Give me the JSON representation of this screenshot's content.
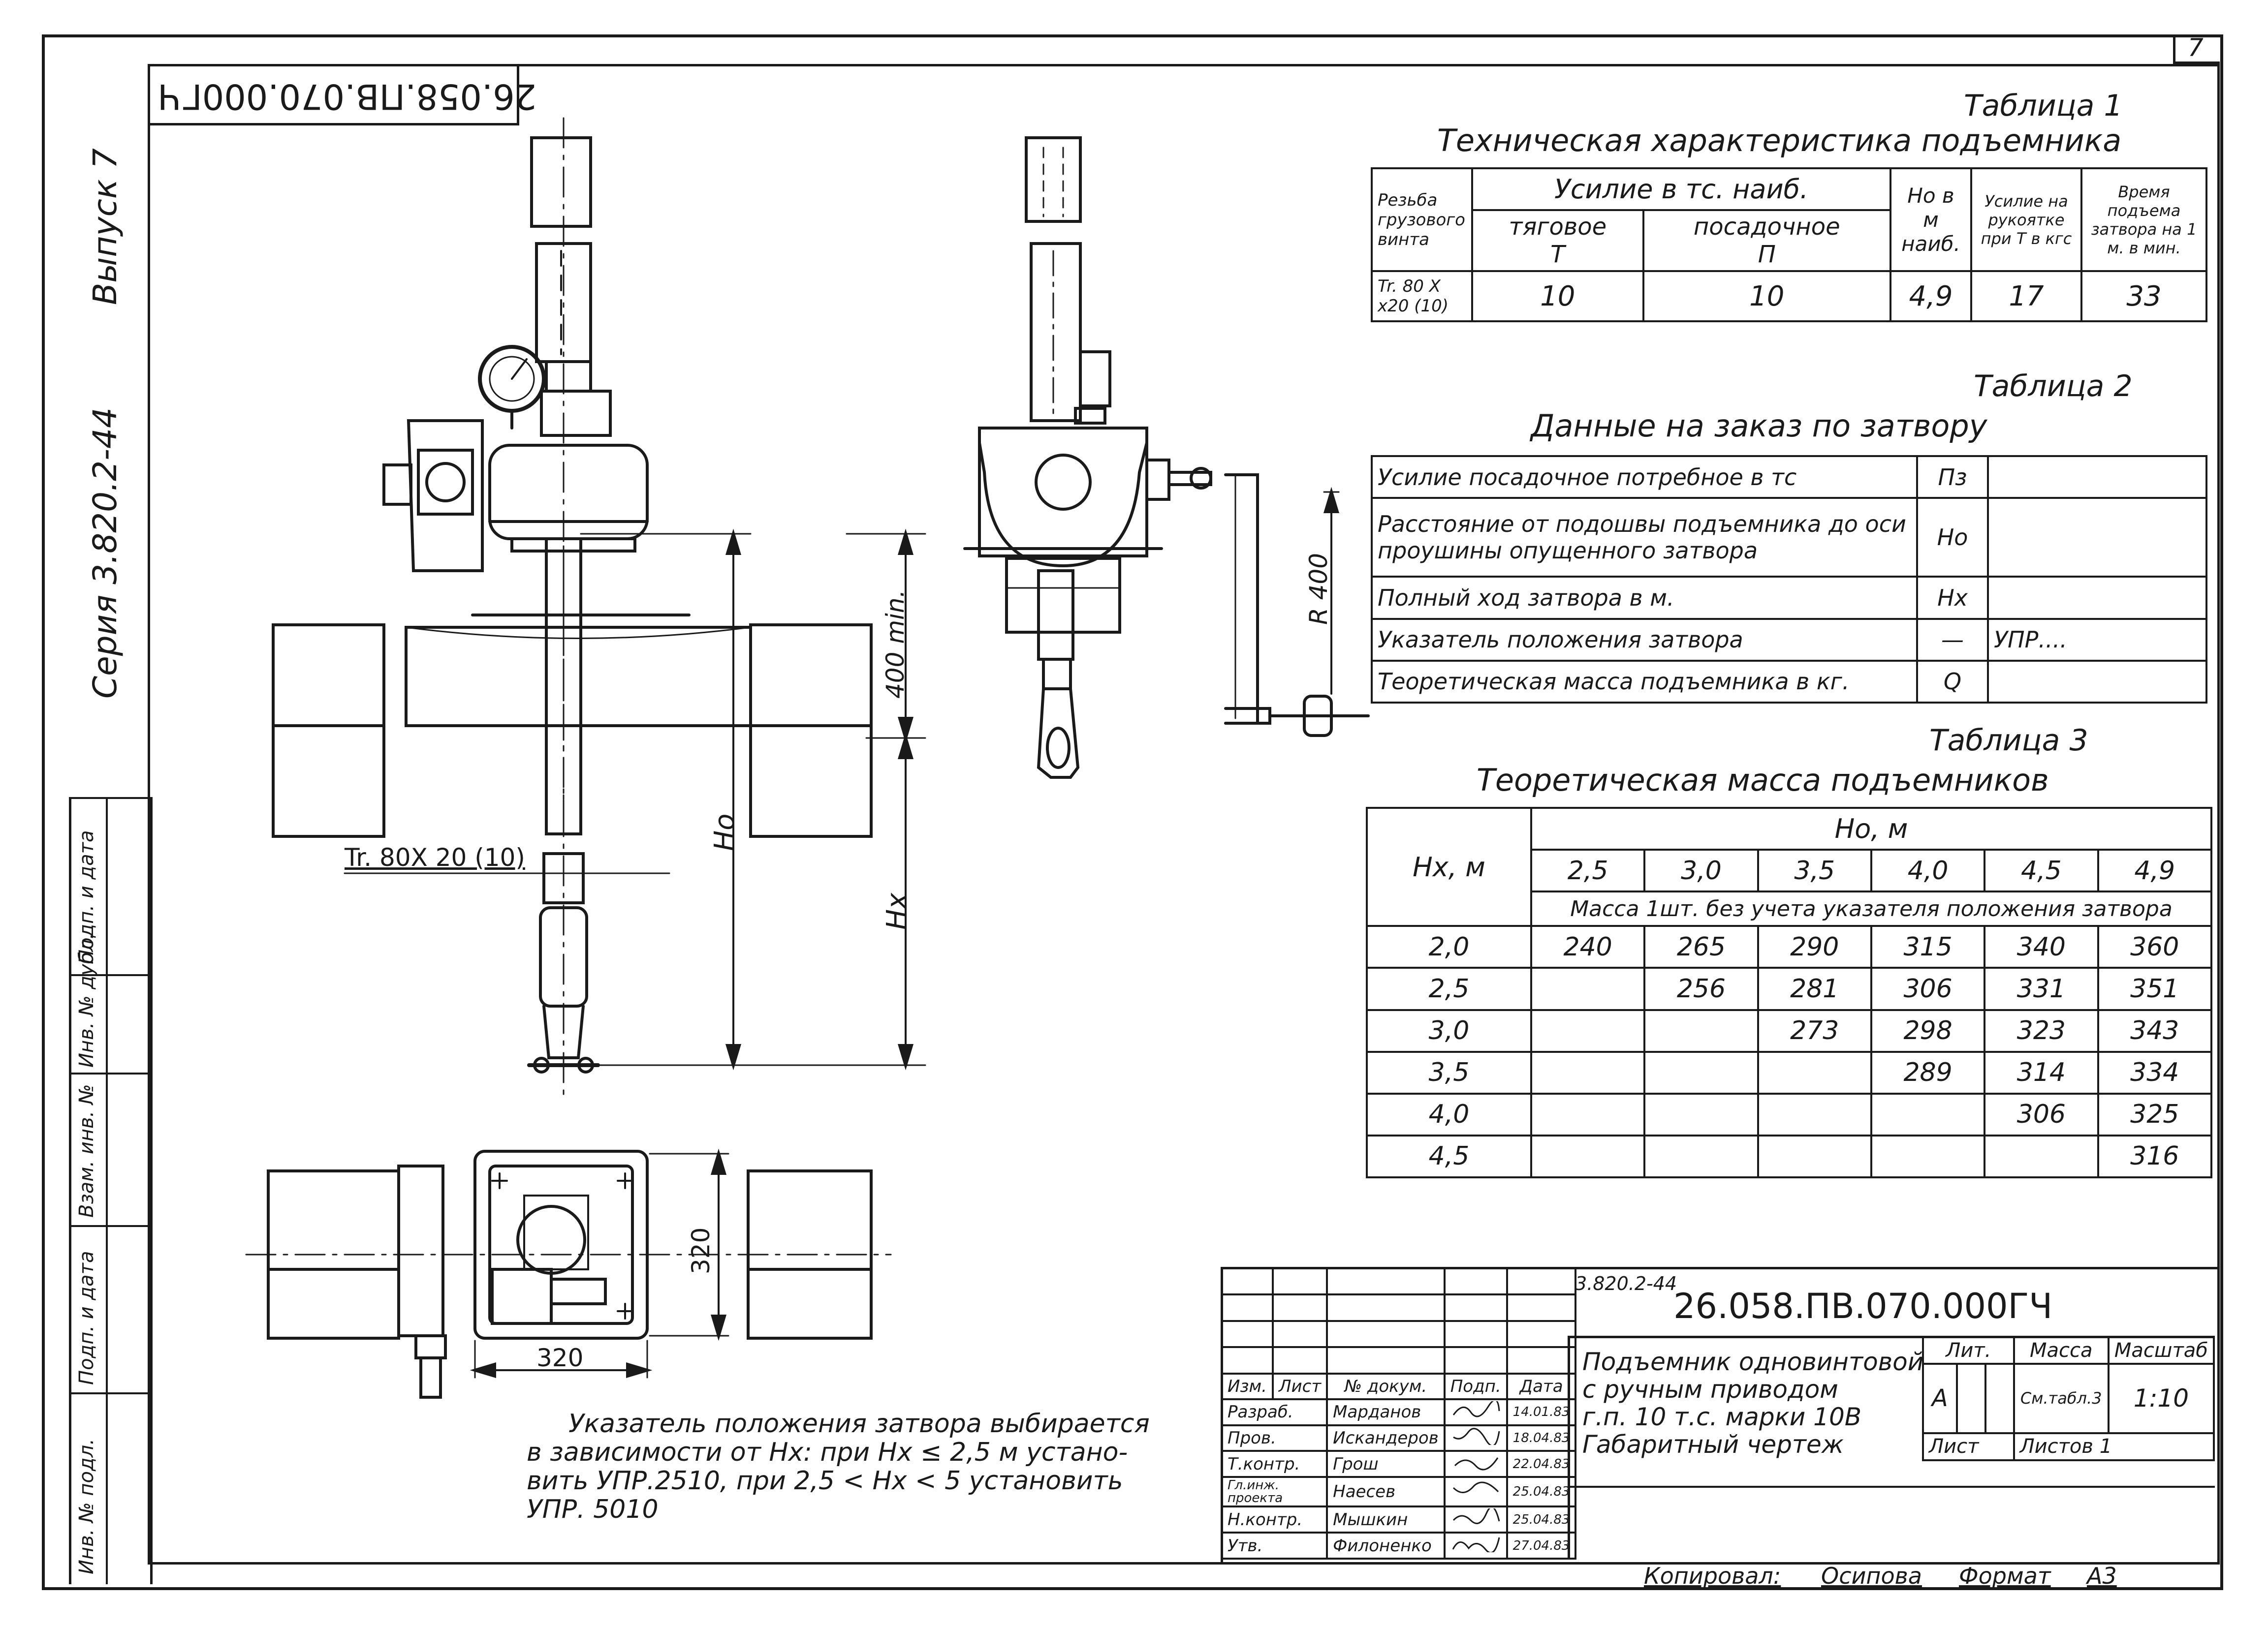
{
  "sheet": {
    "page_number": "7",
    "mirrored_code": "26.058.ПВ.070.000ГЧ"
  },
  "side_margin": {
    "issue": "Выпуск 7",
    "series": "Серия 3.820.2-44",
    "stamp_labels": [
      "Инв. № подл.",
      "Подп. и дата",
      "Взам. инв. №",
      "Инв. № дубл.",
      "Подп. и дата"
    ]
  },
  "table1": {
    "caption": "Таблица 1",
    "title": "Техническая характеристика подъемника",
    "headers": {
      "thread": "Резьба грузового винта",
      "force": "Усилие в тс. наиб.",
      "tractive": "тяговое",
      "tractive_sym": "Т",
      "seating": "посадочное",
      "seating_sym": "П",
      "ho": "Но в м наиб.",
      "handle": "Усилие на рукоятке при Т в кгс",
      "time": "Время подъема затвора на 1 м. в мин."
    },
    "row": [
      "Tr. 80 X x20 (10)",
      "10",
      "10",
      "4,9",
      "17",
      "33"
    ]
  },
  "table2": {
    "caption": "Таблица 2",
    "title": "Данные на заказ по затвору",
    "rows": [
      {
        "label": "Усилие посадочное потребное в тс",
        "sym": "Пз",
        "value": ""
      },
      {
        "label": "Расстояние от подошвы подъемника до оси проушины опущенного затвора",
        "sym": "Но",
        "value": ""
      },
      {
        "label": "Полный ход затвора в м.",
        "sym": "Нх",
        "value": ""
      },
      {
        "label": "Указатель положения затвора",
        "sym": "—",
        "value": "УПР...."
      },
      {
        "label": "Теоретическая масса подъемника в кг.",
        "sym": "Q",
        "value": ""
      }
    ]
  },
  "table3": {
    "caption": "Таблица 3",
    "title": "Теоретическая масса подъемников",
    "hx_header": "Нх, м",
    "ho_header": "Но, м",
    "ho_values": [
      "2,5",
      "3,0",
      "3,5",
      "4,0",
      "4,5",
      "4,9"
    ],
    "subheader": "Масса 1шт. без учета указателя положения затвора",
    "rows": [
      {
        "hx": "2,0",
        "values": [
          "240",
          "265",
          "290",
          "315",
          "340",
          "360"
        ]
      },
      {
        "hx": "2,5",
        "values": [
          "",
          "256",
          "281",
          "306",
          "331",
          "351"
        ]
      },
      {
        "hx": "3,0",
        "values": [
          "",
          "",
          "273",
          "298",
          "323",
          "343"
        ]
      },
      {
        "hx": "3,5",
        "values": [
          "",
          "",
          "",
          "289",
          "314",
          "334"
        ]
      },
      {
        "hx": "4,0",
        "values": [
          "",
          "",
          "",
          "",
          "306",
          "325"
        ]
      },
      {
        "hx": "4,5",
        "values": [
          "",
          "",
          "",
          "",
          "",
          "316"
        ]
      }
    ]
  },
  "drawing_labels": {
    "thread": "Tr. 80X 20 (10)",
    "ho": "Но",
    "hx": "Нх",
    "min400": "400 min.",
    "r400": "R 400",
    "dim320_v": "320",
    "dim320_h": "320"
  },
  "note": {
    "lines": [
      "Указатель положения затвора выбирается",
      "в зависимости от Нх: при Нх ≤ 2,5 м устано-",
      "вить УПР.2510, при 2,5 < Нх < 5 установить",
      "УПР. 5010"
    ]
  },
  "title_block": {
    "series_small": "3.820.2-44",
    "code": "26.058.ПВ.070.000ГЧ",
    "name_lines": [
      "Подъемник одновинтовой",
      "с ручным приводом",
      "г.п. 10 т.с. марки 10В",
      "Габаритный чертеж"
    ],
    "lit_label": "Лит.",
    "lit_value": "А",
    "mass_label": "Масса",
    "mass_value": "См.табл.3",
    "scale_label": "Масштаб",
    "scale_value": "1:10",
    "sheet_label": "Лист",
    "sheets_label": "Листов 1",
    "col_headers": [
      "Изм.",
      "Лист",
      "№ докум.",
      "Подп.",
      "Дата"
    ],
    "roles": [
      {
        "role": "Разраб.",
        "name": "Марданов",
        "date": "14.01.83"
      },
      {
        "role": "Пров.",
        "name": "Искандеров",
        "date": "18.04.83"
      },
      {
        "role": "Т.контр.",
        "name": "Грош",
        "date": "22.04.83"
      },
      {
        "role": "Гл.инж. проекта",
        "name": "Наесев",
        "date": "25.04.83"
      },
      {
        "role": "Н.контр.",
        "name": "Мышкин",
        "date": "25.04.83"
      },
      {
        "role": "Утв.",
        "name": "Филоненко",
        "date": "27.04.83"
      }
    ]
  },
  "footer": {
    "copied_label": "Копировал:",
    "copied_name": "Осипова",
    "format_label": "Формат",
    "format_value": "А3"
  }
}
